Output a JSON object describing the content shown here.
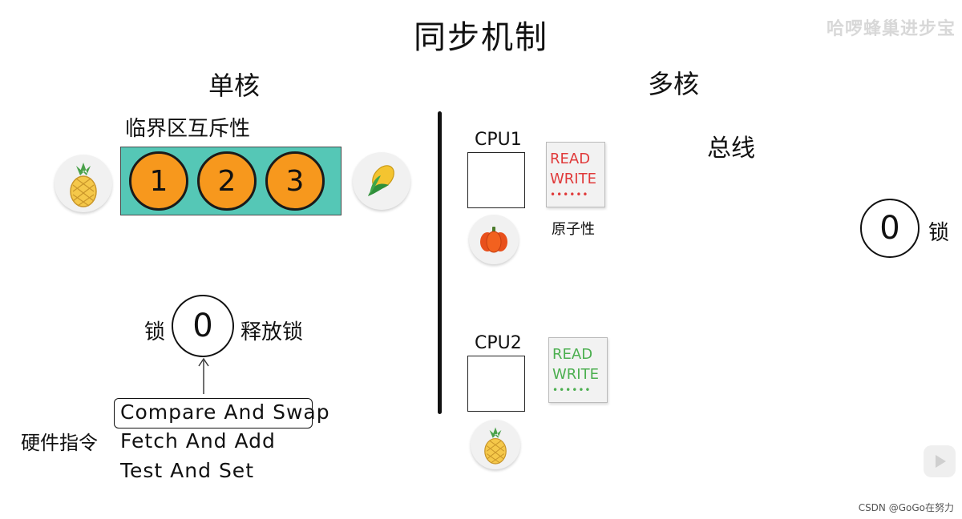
{
  "title": "同步机制",
  "watermark": "哈啰蜂巢进步宝",
  "single_core": {
    "heading": "单核",
    "critical_section_label": "临界区互斥性",
    "slots": [
      "1",
      "2",
      "3"
    ],
    "lock_label": "锁",
    "lock_value": "0",
    "release_label": "释放锁",
    "hw_label": "硬件指令",
    "instructions": [
      "Compare And Swap",
      "Fetch And Add",
      "Test And Set"
    ]
  },
  "multi_core": {
    "heading": "多核",
    "bus_label": "总线",
    "cpu1": {
      "label": "CPU1",
      "op_read": "READ",
      "op_write": "WRITE",
      "dots": "••••••",
      "atomic_label": "原子性"
    },
    "cpu2": {
      "label": "CPU2",
      "op_read": "READ",
      "op_write": "WRITE",
      "dots": "••••••"
    },
    "lock_value": "0",
    "lock_label": "锁"
  },
  "colors": {
    "critical_section": "#55c7b6",
    "slot": "#f7981d",
    "cpu1_ops": "#e03a3a",
    "cpu2_ops": "#4caf50"
  },
  "icons": {
    "pineapple": "pineapple-icon",
    "corn": "corn-icon",
    "pumpkin": "pumpkin-icon",
    "play": "play-icon"
  },
  "credit": "CSDN @GoGo在努力"
}
